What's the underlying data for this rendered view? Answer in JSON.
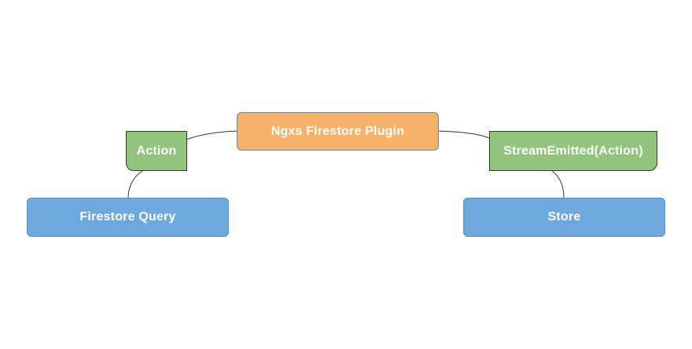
{
  "diagram": {
    "nodes": {
      "firestore_query": "Firestore Query",
      "action": "Action",
      "plugin": "Ngxs Firestore Plugin",
      "stream_emitted": "StreamEmitted(Action)",
      "store": "Store"
    },
    "colors": {
      "blue": "#6fa8dc",
      "orange": "#f6b26b",
      "green": "#93c47d",
      "connector": "#333333"
    }
  }
}
